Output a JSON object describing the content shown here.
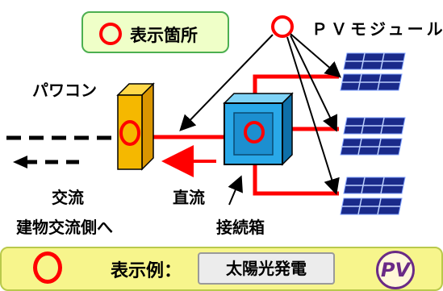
{
  "legend": {
    "label": "表示箇所"
  },
  "labels": {
    "pv_module": "ＰＶモジュール",
    "power_conditioner": "パワコン",
    "ac": "交流",
    "dc": "直流",
    "to_building_ac": "建物交流側へ",
    "junction_box": "接続箱"
  },
  "bottom": {
    "example_label": "表示例：",
    "example_button": "太陽光発電",
    "logo_text": "PV"
  },
  "colors": {
    "wire": "#ff0000",
    "marker": "#ff0000",
    "inverter": "#f5b800",
    "junction_box": "#29a8e8",
    "panel": "#1a2a8a"
  }
}
